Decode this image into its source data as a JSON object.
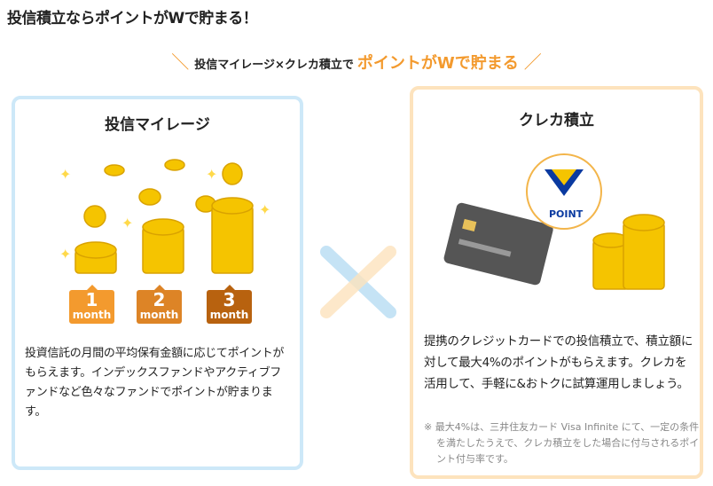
{
  "title": "投信積立ならポイントがWで貯まる！",
  "tagline": {
    "prefix": "投信マイレージ×クレカ積立で",
    "highlight": "ポイントがWで貯まる",
    "slash_left": "＼",
    "slash_right": "／"
  },
  "left": {
    "title": "投信マイレージ",
    "badges": [
      {
        "num": "1",
        "unit": "month",
        "color": "#f39a2e"
      },
      {
        "num": "2",
        "unit": "month",
        "color": "#dd8426"
      },
      {
        "num": "3",
        "unit": "month",
        "color": "#b8620f"
      }
    ],
    "body": "投資信託の月間の平均保有金額に応じてポイントがもらえます。インデックスファンドやアクティブファンドなど色々なファンドでポイントが貯まります。"
  },
  "right": {
    "title": "クレカ積立",
    "logo_text": "POINT",
    "body": "提携のクレジットカードでの投信積立で、積立額に対して最大4%のポイントがもらえます。クレカを活用して、手軽に&おトクに試算運用しましょう。",
    "note": "※ 最大4%は、三井住友カード Visa Infinite にて、一定の条件を満たしたうえで、クレカ積立をした場合に付与されるポイント付与率です。"
  }
}
